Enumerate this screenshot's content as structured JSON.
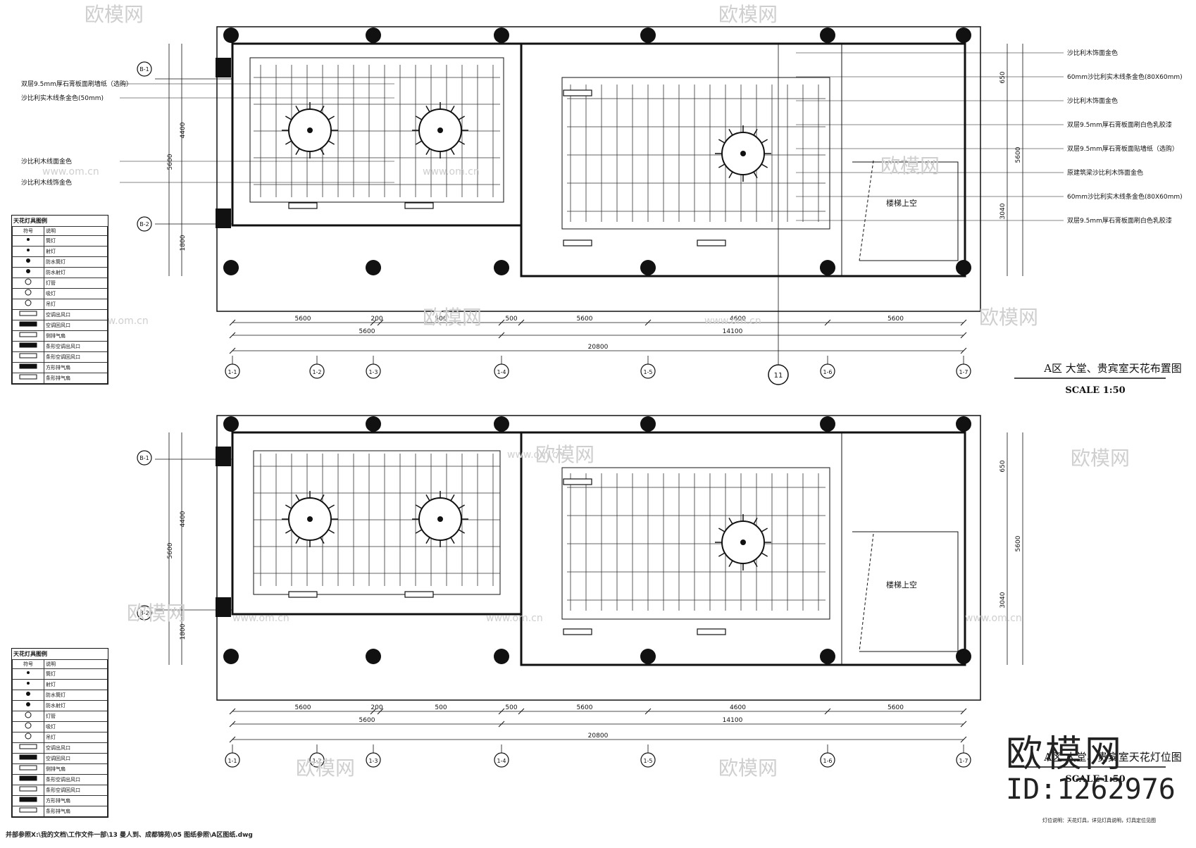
{
  "plan_top": {
    "title": "A区 大堂、贵宾室天花布置图",
    "scale": "SCALE 1:50",
    "section_ref": "11",
    "left_annotations": [
      "双层9.5mm厚石膏板面刷墙纸（选购）",
      "沙比利实木线条金色(50mm)",
      "沙比利木线面金色",
      "沙比利木线饰金色"
    ],
    "right_annotations": [
      "沙比利木饰面金色",
      "60mm沙比利实木线条金色(80X60mm)",
      "沙比利木饰面金色",
      "双层9.5mm厚石膏板面刷白色乳胶漆",
      "双层9.5mm厚石膏板面贴墙纸（选购）",
      "原建筑梁沙比利木饰面金色",
      "60mm沙比利实木线条金色(80X60mm)",
      "双层9.5mm厚石膏板面刷白色乳胶漆"
    ],
    "room_label": "楼梯上空",
    "dims_row1": [
      "5600",
      "200",
      "500",
      "500",
      "5600",
      "4600",
      "5600"
    ],
    "dims_row2": [
      "5600",
      "14100"
    ],
    "dims_total": "20800",
    "vertical_dims_left": [
      "4400",
      "5600",
      "1800"
    ],
    "vertical_dims_right": [
      "650",
      "5600",
      "3040"
    ]
  },
  "plan_bottom": {
    "title": "A区 大堂、贵宾室天花灯位图",
    "scale": "SCALE 1:50",
    "room_label": "楼梯上空",
    "dims_row1": [
      "5600",
      "200",
      "500",
      "500",
      "5600",
      "4600",
      "5600"
    ],
    "dims_row2": [
      "5600",
      "14100"
    ],
    "dims_total": "20800",
    "vertical_dims_left": [
      "4400",
      "5600",
      "1800"
    ],
    "vertical_dims_right": [
      "650",
      "5600",
      "3040"
    ],
    "footer_note": "灯位说明：天花灯具，详见灯具说明，灯具定位见图"
  },
  "grid_axes_top": [
    "1-1",
    "1-2",
    "1-3",
    "1-4",
    "1-5",
    "1-6",
    "1-7"
  ],
  "grid_axes_left": [
    "B-1",
    "B-2"
  ],
  "legend": {
    "title": "天花灯具图例",
    "header": [
      "符号",
      "说明"
    ],
    "rows": [
      "筒灯",
      "射灯",
      "防水筒灯",
      "防水射灯",
      "灯管",
      "吸灯",
      "吊灯",
      "空调出风口",
      "空调回风口",
      "侧排气扇",
      "条形空调出风口",
      "条形空调回风口",
      "方形排气扇",
      "条形排气扇"
    ]
  },
  "file_path": "并部参照X:\\我的文档\\工作文件一部\\13 曼人到、成都锦苑\\05 图纸参照\\A区图纸.dwg",
  "watermark": {
    "brand": "欧模网",
    "site": "www.om.cn",
    "id": "ID:1262976"
  }
}
